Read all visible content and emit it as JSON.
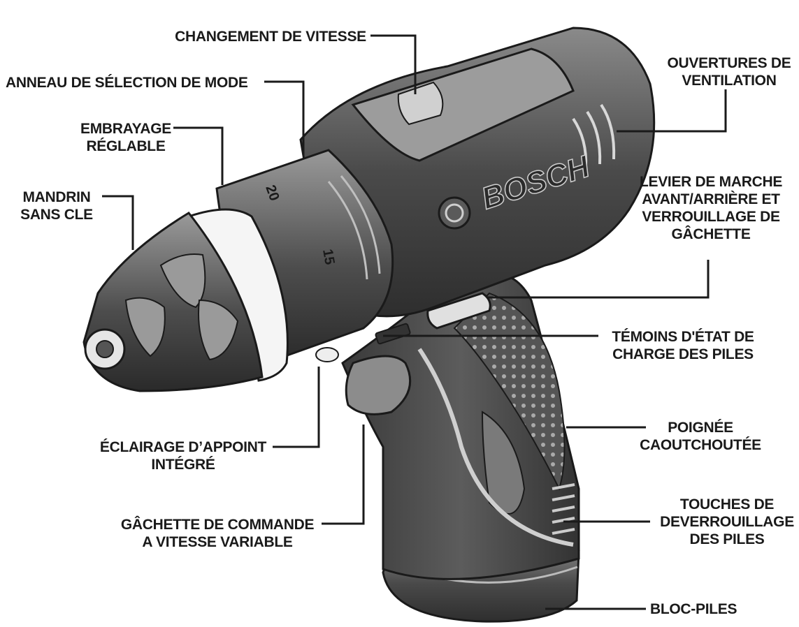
{
  "brand": "BOSCH",
  "clutch_numbers": [
    "20",
    "15"
  ],
  "labels": {
    "speed_change": [
      "CHANGEMENT DE VITESSE"
    ],
    "mode_ring": [
      "ANNEAU DE SÉLECTION DE MODE"
    ],
    "clutch": [
      "EMBRAYAGE",
      "RÉGLABLE"
    ],
    "chuck": [
      "MANDRIN",
      "SANS CLE"
    ],
    "vents": [
      "OUVERTURES DE",
      "VENTILATION"
    ],
    "fwd_rev_lever": [
      "LEVIER DE MARCHE",
      "AVANT/ARRIÈRE ET",
      "VERROUILLAGE DE",
      "GÂCHETTE"
    ],
    "battery_gauge": [
      "TÉMOINS D'ÉTAT DE",
      "CHARGE DES PILES"
    ],
    "grip": [
      "POIGNÉE",
      "CAOUTCHOUTÉE"
    ],
    "light": [
      "ÉCLAIRAGE D’APPOINT",
      "INTÉGRÉ"
    ],
    "trigger": [
      "GÂCHETTE DE COMMANDE",
      "A VITESSE VARIABLE"
    ],
    "release_buttons": [
      "TOUCHES DE",
      "DEVERROUILLAGE",
      "DES PILES"
    ],
    "battery_pack": [
      "BLOC-PILES"
    ]
  },
  "colors": {
    "outline": "#1a1a1a",
    "body_dark": "#3d3d3d",
    "body_mid": "#6b6b6b",
    "body_light": "#9a9a9a",
    "highlight": "#d8d8d8"
  }
}
